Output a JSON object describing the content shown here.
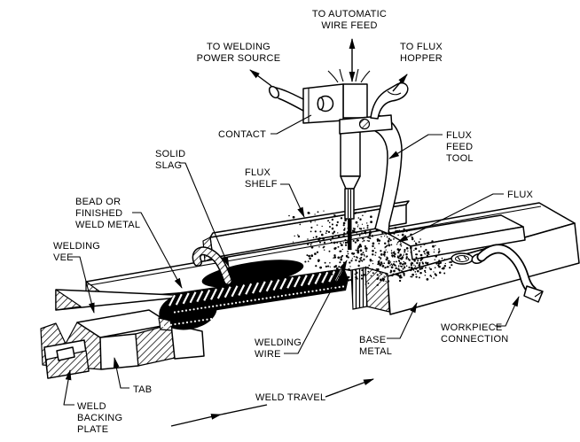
{
  "diagram": {
    "background": "#ffffff",
    "ink": "#000000",
    "labels": {
      "to_automatic_wire_feed": {
        "l1": "TO AUTOMATIC",
        "l2": "WIRE FEED"
      },
      "to_welding_power_source": {
        "l1": "TO WELDING",
        "l2": "POWER SOURCE"
      },
      "to_flux_hopper": {
        "l1": "TO FLUX",
        "l2": "HOPPER"
      },
      "contact": {
        "l1": "CONTACT"
      },
      "solid_slag": {
        "l1": "SOLID",
        "l2": "SLAG"
      },
      "flux_shelf": {
        "l1": "FLUX",
        "l2": "SHELF"
      },
      "bead_or_finished_weld_metal": {
        "l1": "BEAD OR",
        "l2": "FINISHED",
        "l3": "WELD METAL"
      },
      "welding_vee": {
        "l1": "WELDING",
        "l2": "VEE"
      },
      "flux_feed_tool": {
        "l1": "FLUX",
        "l2": "FEED",
        "l3": "TOOL"
      },
      "flux": {
        "l1": "FLUX"
      },
      "welding_wire": {
        "l1": "WELDING",
        "l2": "WIRE"
      },
      "base_metal": {
        "l1": "BASE",
        "l2": "METAL"
      },
      "workpiece_connection": {
        "l1": "WORKPIECE",
        "l2": "CONNECTION"
      },
      "tab": {
        "l1": "TAB"
      },
      "weld_backing_plate": {
        "l1": "WELD",
        "l2": "BACKING",
        "l3": "PLATE"
      },
      "weld_travel": {
        "l1": "WELD TRAVEL"
      }
    }
  }
}
